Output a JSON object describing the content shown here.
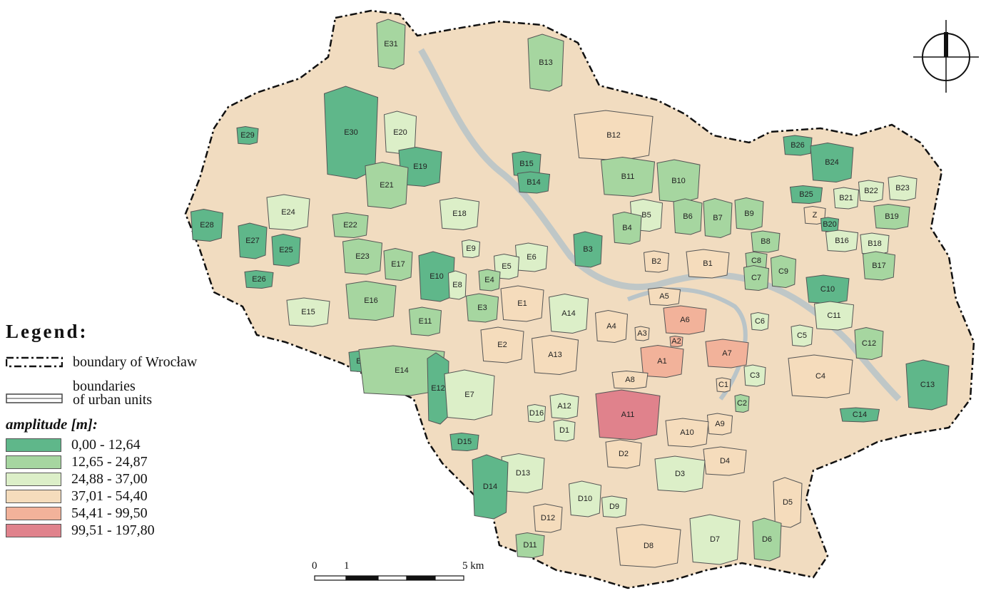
{
  "legend": {
    "title": "Legend:",
    "boundary_city": "boundary of Wrocław",
    "boundary_units_line1": "boundaries",
    "boundary_units_line2": "of urban units",
    "amplitude_label": "amplitude [m]:",
    "classes": [
      {
        "range": "0,00 - 12,64",
        "color": "#5fb78a"
      },
      {
        "range": "12,65 - 24,87",
        "color": "#a6d6a0"
      },
      {
        "range": "24,88 - 37,00",
        "color": "#dcefc8"
      },
      {
        "range": "37,01 - 54,40",
        "color": "#f5dcbc"
      },
      {
        "range": "54,41 - 99,50",
        "color": "#f2b29a"
      },
      {
        "range": "99,51 - 197,80",
        "color": "#e0828c"
      }
    ]
  },
  "scale_bar": {
    "label_start": "0",
    "label_one": "1",
    "label_end": "5 km"
  },
  "map": {
    "units": [
      {
        "id": "E31",
        "class": 1
      },
      {
        "id": "B13",
        "class": 1
      },
      {
        "id": "B12",
        "class": 3
      },
      {
        "id": "E30",
        "class": 0
      },
      {
        "id": "E29",
        "class": 0
      },
      {
        "id": "E20",
        "class": 2
      },
      {
        "id": "E19",
        "class": 0
      },
      {
        "id": "E21",
        "class": 1
      },
      {
        "id": "B15",
        "class": 0
      },
      {
        "id": "B14",
        "class": 0
      },
      {
        "id": "B11",
        "class": 1
      },
      {
        "id": "B10",
        "class": 1
      },
      {
        "id": "B26",
        "class": 0
      },
      {
        "id": "B24",
        "class": 0
      },
      {
        "id": "B25",
        "class": 0
      },
      {
        "id": "E28",
        "class": 0
      },
      {
        "id": "E24",
        "class": 2
      },
      {
        "id": "E22",
        "class": 1
      },
      {
        "id": "E18",
        "class": 2
      },
      {
        "id": "B5",
        "class": 2
      },
      {
        "id": "B4",
        "class": 1
      },
      {
        "id": "B6",
        "class": 1
      },
      {
        "id": "B7",
        "class": 1
      },
      {
        "id": "B9",
        "class": 1
      },
      {
        "id": "Z",
        "class": 3
      },
      {
        "id": "B21",
        "class": 2
      },
      {
        "id": "B22",
        "class": 2
      },
      {
        "id": "B23",
        "class": 2
      },
      {
        "id": "B20",
        "class": 0
      },
      {
        "id": "B19",
        "class": 1
      },
      {
        "id": "E27",
        "class": 0
      },
      {
        "id": "E25",
        "class": 0
      },
      {
        "id": "E9",
        "class": 2
      },
      {
        "id": "E23",
        "class": 1
      },
      {
        "id": "E17",
        "class": 1
      },
      {
        "id": "E6",
        "class": 2
      },
      {
        "id": "E5",
        "class": 2
      },
      {
        "id": "B3",
        "class": 0
      },
      {
        "id": "B8",
        "class": 1
      },
      {
        "id": "B16",
        "class": 2
      },
      {
        "id": "B18",
        "class": 2
      },
      {
        "id": "B2",
        "class": 3
      },
      {
        "id": "B1",
        "class": 3
      },
      {
        "id": "C8",
        "class": 1
      },
      {
        "id": "C7",
        "class": 1
      },
      {
        "id": "C9",
        "class": 1
      },
      {
        "id": "B17",
        "class": 1
      },
      {
        "id": "E26",
        "class": 0
      },
      {
        "id": "E10",
        "class": 0
      },
      {
        "id": "E8",
        "class": 2
      },
      {
        "id": "E4",
        "class": 1
      },
      {
        "id": "E15",
        "class": 2
      },
      {
        "id": "E16",
        "class": 1
      },
      {
        "id": "E1",
        "class": 3
      },
      {
        "id": "E3",
        "class": 1
      },
      {
        "id": "A14",
        "class": 2
      },
      {
        "id": "A5",
        "class": 3
      },
      {
        "id": "C10",
        "class": 0
      },
      {
        "id": "C11",
        "class": 2
      },
      {
        "id": "E11",
        "class": 1
      },
      {
        "id": "A4",
        "class": 3
      },
      {
        "id": "A6",
        "class": 4
      },
      {
        "id": "A3",
        "class": 3
      },
      {
        "id": "C6",
        "class": 2
      },
      {
        "id": "C5",
        "class": 2
      },
      {
        "id": "A2",
        "class": 4
      },
      {
        "id": "A7",
        "class": 4
      },
      {
        "id": "E2",
        "class": 3
      },
      {
        "id": "A13",
        "class": 3
      },
      {
        "id": "C12",
        "class": 1
      },
      {
        "id": "E13",
        "class": 0
      },
      {
        "id": "E14",
        "class": 1
      },
      {
        "id": "A1",
        "class": 4
      },
      {
        "id": "C4",
        "class": 3
      },
      {
        "id": "C3",
        "class": 2
      },
      {
        "id": "E12",
        "class": 0
      },
      {
        "id": "A8",
        "class": 3
      },
      {
        "id": "C1",
        "class": 3
      },
      {
        "id": "C13",
        "class": 0
      },
      {
        "id": "E7",
        "class": 2
      },
      {
        "id": "C2",
        "class": 1
      },
      {
        "id": "A12",
        "class": 2
      },
      {
        "id": "D16",
        "class": 2
      },
      {
        "id": "A11",
        "class": 5
      },
      {
        "id": "C14",
        "class": 0
      },
      {
        "id": "D1",
        "class": 2
      },
      {
        "id": "A9",
        "class": 3
      },
      {
        "id": "A10",
        "class": 3
      },
      {
        "id": "D15",
        "class": 0
      },
      {
        "id": "D2",
        "class": 3
      },
      {
        "id": "D4",
        "class": 3
      },
      {
        "id": "D13",
        "class": 2
      },
      {
        "id": "D3",
        "class": 2
      },
      {
        "id": "D14",
        "class": 0
      },
      {
        "id": "D5",
        "class": 3
      },
      {
        "id": "D10",
        "class": 2
      },
      {
        "id": "D9",
        "class": 2
      },
      {
        "id": "D12",
        "class": 3
      },
      {
        "id": "D7",
        "class": 2
      },
      {
        "id": "D6",
        "class": 1
      },
      {
        "id": "D11",
        "class": 1
      },
      {
        "id": "D8",
        "class": 3
      }
    ]
  }
}
